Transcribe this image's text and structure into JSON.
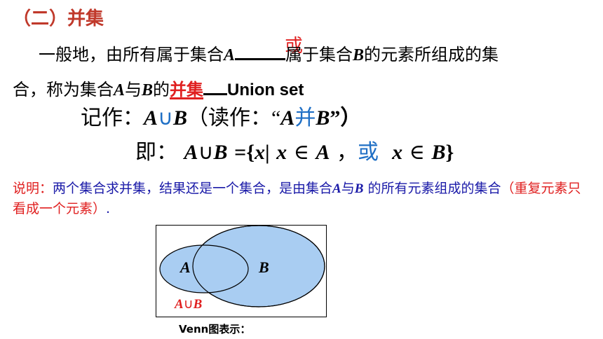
{
  "heading": "（二）并集",
  "definition": {
    "line1_prefix": "一般地，由所有属于集合",
    "set_a": "A",
    "answer": "或",
    "line1_middle": "属于集合",
    "set_b": "B",
    "line1_suffix": "的元素所组成的集",
    "line2_prefix": "合，称为集合",
    "line2_and": "与",
    "line2_de": "的",
    "term_cn": "并集",
    "term_en": "Union set"
  },
  "notation": {
    "label": "记作：",
    "expr_a": "A",
    "union": "∪",
    "expr_b": "B",
    "read_open": "（读作：",
    "quote_open": "“",
    "bing": "并",
    "quote_close": "”）"
  },
  "set_builder": {
    "label": "即：",
    "a": "A",
    "union": "∪",
    "b": "B",
    "eq": "={",
    "x": "x",
    "bar": "|",
    "elem": "∈",
    "comma": "，",
    "or": "或",
    "close": "}"
  },
  "note": {
    "label": "说明：",
    "text1": "两个集合求并集，结果还是一个集合，是由集合",
    "a": "A",
    "and": "与",
    "b": "B",
    "text2": " 的所有元素组成的集合",
    "paren": "（重复元素只看成一个元素）",
    "end": "."
  },
  "venn": {
    "label_a": "A",
    "label_b": "B",
    "union_a": "A",
    "union_sym": "∪",
    "union_b": "B",
    "caption": "Venn图表示：",
    "fill_color": "#a9cdf2",
    "stroke_color": "#000000",
    "union_label_color": "#e02020"
  }
}
